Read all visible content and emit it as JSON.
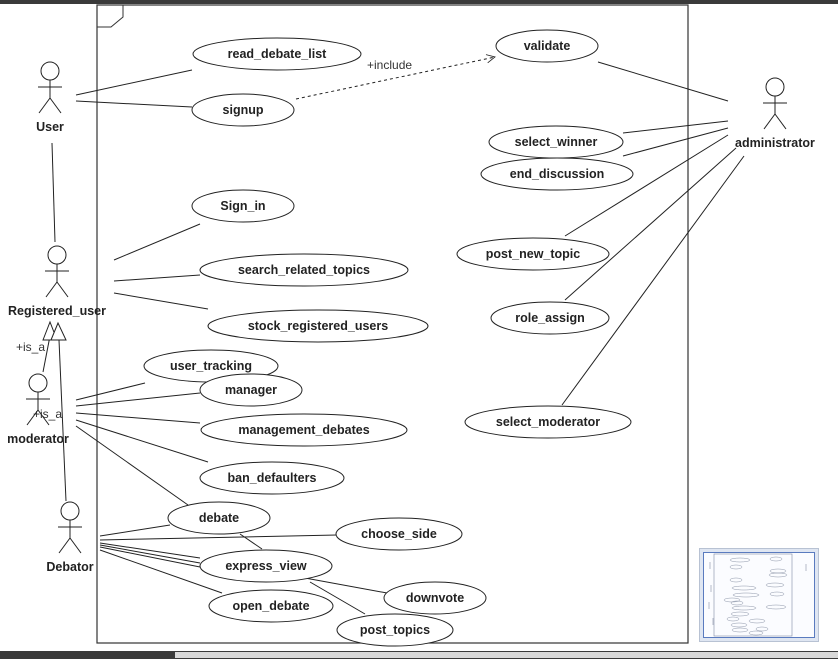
{
  "actors": [
    {
      "id": "user",
      "label": "User"
    },
    {
      "id": "registered_user",
      "label": "Registered_user"
    },
    {
      "id": "moderator",
      "label": "moderator"
    },
    {
      "id": "debator",
      "label": "Debator"
    },
    {
      "id": "administrator",
      "label": "administrator"
    }
  ],
  "use_cases": [
    {
      "id": "read_debate_list",
      "label": "read_debate_list"
    },
    {
      "id": "signup",
      "label": "signup"
    },
    {
      "id": "validate",
      "label": "validate"
    },
    {
      "id": "sign_in",
      "label": "Sign_in"
    },
    {
      "id": "search_related_topics",
      "label": "search_related_topics"
    },
    {
      "id": "stock_registered_users",
      "label": "stock_registered_users"
    },
    {
      "id": "user_tracking",
      "label": "user_tracking"
    },
    {
      "id": "manager",
      "label": "manager"
    },
    {
      "id": "management_debates",
      "label": "management_debates"
    },
    {
      "id": "ban_defaulters",
      "label": "ban_defaulters"
    },
    {
      "id": "debate",
      "label": "debate"
    },
    {
      "id": "choose_side",
      "label": "choose_side"
    },
    {
      "id": "express_view",
      "label": "express_view"
    },
    {
      "id": "open_debate",
      "label": "open_debate"
    },
    {
      "id": "downvote",
      "label": "downvote"
    },
    {
      "id": "post_topics",
      "label": "post_topics"
    },
    {
      "id": "select_winner",
      "label": "select_winner"
    },
    {
      "id": "end_discussion",
      "label": "end_discussion"
    },
    {
      "id": "post_new_topic",
      "label": "post_new_topic"
    },
    {
      "id": "role_assign",
      "label": "role_assign"
    },
    {
      "id": "select_moderator",
      "label": "select_moderator"
    }
  ],
  "relation_labels": {
    "include": "+include",
    "is_a_1": "+is_a",
    "is_a_2": "+is_a"
  }
}
